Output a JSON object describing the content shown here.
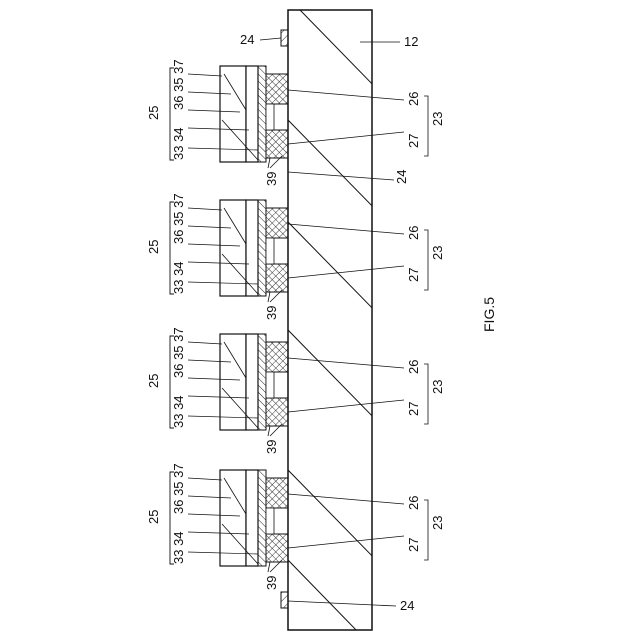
{
  "figure_label": "FIG.5",
  "substrate_label": "12",
  "spacer_label": "24",
  "element_group_label": "25",
  "layer_labels": [
    "33",
    "34",
    "36",
    "35",
    "37"
  ],
  "bump_labels": [
    "27",
    "26"
  ],
  "bump_group_label": "23",
  "underfill_label": "39",
  "unit_count": 4
}
